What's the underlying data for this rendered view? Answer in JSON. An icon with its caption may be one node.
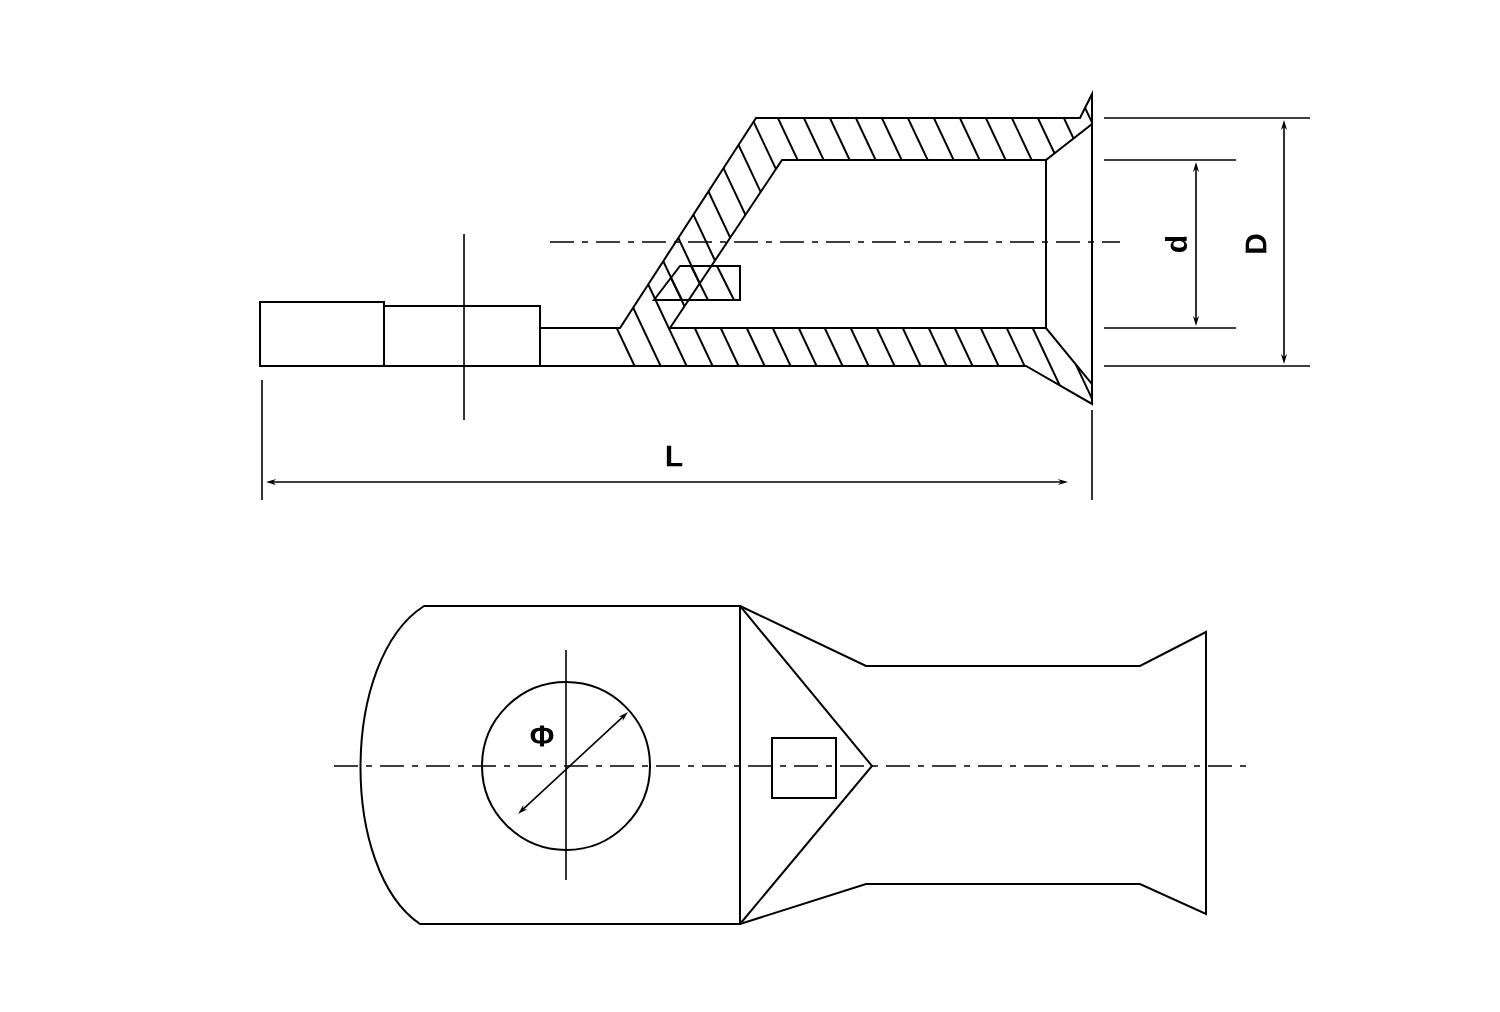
{
  "diagram": {
    "labels": [
      "d",
      "D",
      "L",
      "Φ"
    ]
  }
}
